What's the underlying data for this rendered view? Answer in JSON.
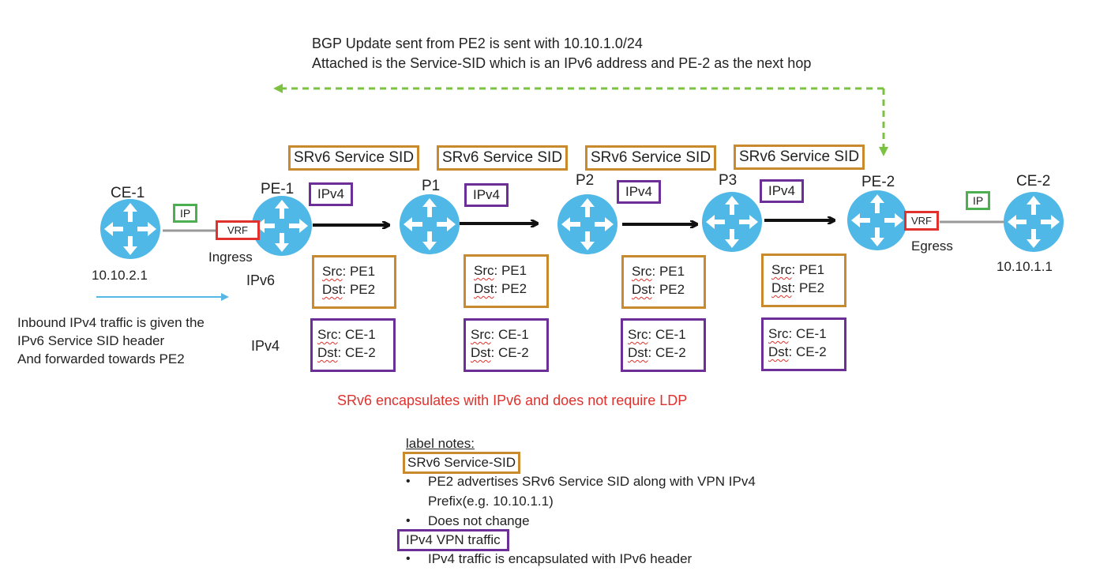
{
  "bgp_note": {
    "line1": "BGP Update sent from PE2 is sent with 10.10.1.0/24",
    "line2": "Attached is the Service-SID which is an IPv6 address and PE-2 as the next hop"
  },
  "sid_labels": [
    "SRv6 Service SID",
    "SRv6 Service SID",
    "SRv6 Service SID",
    "SRv6 Service SID"
  ],
  "nodes": {
    "ce1": "CE-1",
    "pe1": "PE-1",
    "p1": "P1",
    "p2": "P2",
    "p3": "P3",
    "pe2": "PE-2",
    "ce2": "CE-2"
  },
  "ipv4_tags": [
    "IPv4",
    "IPv4",
    "IPv4",
    "IPv4"
  ],
  "ip_tag": "IP",
  "vrf_tag": "VRF",
  "ingress": "Ingress",
  "egress": "Egress",
  "ce1_addr": "10.10.2.1",
  "ce2_addr": "10.10.1.1",
  "row_labels": {
    "ipv6": "IPv6",
    "ipv4": "IPv4"
  },
  "headers": {
    "ipv6_src": "Src",
    "ipv6_src_val": ": PE1",
    "ipv6_dst": "Dst",
    "ipv6_dst_val": ": PE2",
    "ipv4_src": "Src",
    "ipv4_src_val": ": CE-1",
    "ipv4_dst": "Dst",
    "ipv4_dst_val": ": CE-2"
  },
  "inbound_note": {
    "line1": "Inbound IPv4 traffic is given the",
    "line2": "IPv6 Service SID header",
    "line3": "And forwarded towards PE2"
  },
  "srv6_note": "SRv6 encapsulates with IPv6 and does not require LDP",
  "legend": {
    "title": "label notes:",
    "sid_box": "SRv6 Service-SID",
    "sid_bullet1_line1": "PE2 advertises SRv6 Service SID along with VPN IPv4",
    "sid_bullet1_line2": "Prefix(e.g. 10.10.1.1)",
    "sid_bullet2": "Does not change",
    "vpn_box": "IPv4 VPN traffic",
    "vpn_bullet1": "IPv4 traffic is encapsulated with IPv6 header",
    "bullet": "•"
  },
  "colors": {
    "router": "#4fb8e6",
    "orange": "#c98a2e",
    "purple": "#6b2f97",
    "red": "#e0312c",
    "green": "#4caf50",
    "dashed_arrow": "#7cc242",
    "inbound_arrow": "#56b7e6",
    "note_red": "#e0312c"
  },
  "icons": [
    "router-icon",
    "arrow-right-icon",
    "dashed-arrow-icon"
  ]
}
